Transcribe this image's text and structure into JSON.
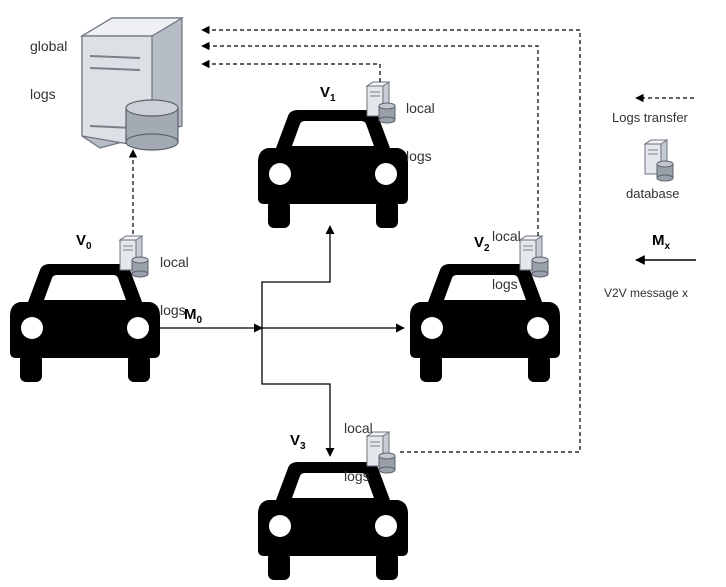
{
  "server": {
    "label_line1": "global",
    "label_line2": "logs"
  },
  "vehicles": [
    {
      "name": "V",
      "sub": "0",
      "db_label_line1": "local",
      "db_label_line2": "logs"
    },
    {
      "name": "V",
      "sub": "1",
      "db_label_line1": "local",
      "db_label_line2": "logs"
    },
    {
      "name": "V",
      "sub": "2",
      "db_label_line1": "local",
      "db_label_line2": "logs"
    },
    {
      "name": "V",
      "sub": "3",
      "db_label_line1": "local",
      "db_label_line2": "logs"
    }
  ],
  "message": {
    "name": "M",
    "sub": "0"
  },
  "legend": {
    "logs_transfer": "Logs transfer",
    "database": "database",
    "mx_name": "M",
    "mx_sub": "x",
    "v2v_message": "V2V message x"
  },
  "colors": {
    "car": "#000000",
    "line": "#000000",
    "db_light": "#d9dde3",
    "db_dark": "#9aa0aa"
  }
}
